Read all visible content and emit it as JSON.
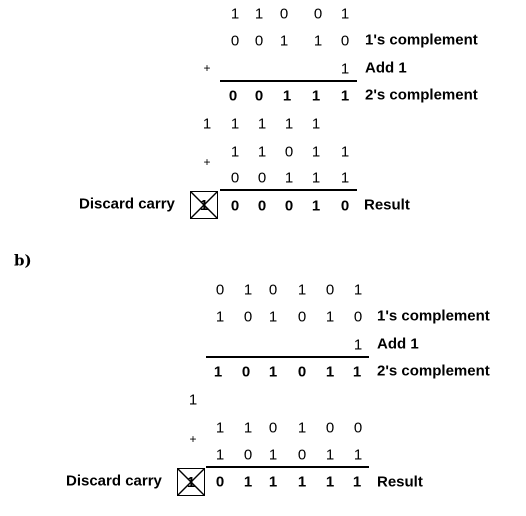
{
  "section_b_label": "b)",
  "plus_sign": "+",
  "top": {
    "row1": [
      "1",
      "1",
      "0",
      "0",
      "1"
    ],
    "row2": [
      "0",
      "0",
      "1",
      "1",
      "0"
    ],
    "row3": [
      "1"
    ],
    "row4": [
      "0",
      "0",
      "1",
      "1",
      "1"
    ],
    "carry_row": [
      "1",
      "1",
      "1",
      "1",
      "1"
    ],
    "addend1": [
      "1",
      "1",
      "0",
      "1",
      "1"
    ],
    "addend2": [
      "0",
      "0",
      "1",
      "1",
      "1"
    ],
    "discarded_bit": "1",
    "result": [
      "0",
      "0",
      "0",
      "1",
      "0"
    ],
    "label_ones": "1's complement",
    "label_add": "Add 1",
    "label_twos": "2's complement",
    "label_discard": "Discard carry",
    "label_result": "Result"
  },
  "bottom": {
    "row1": [
      "0",
      "1",
      "0",
      "1",
      "0",
      "1"
    ],
    "row2": [
      "1",
      "0",
      "1",
      "0",
      "1",
      "0"
    ],
    "row3": [
      "1"
    ],
    "row4": [
      "1",
      "0",
      "1",
      "0",
      "1",
      "1"
    ],
    "carry": "1",
    "addend1": [
      "1",
      "1",
      "0",
      "1",
      "0",
      "0"
    ],
    "addend2": [
      "1",
      "0",
      "1",
      "0",
      "1",
      "1"
    ],
    "discarded_bit": "1",
    "result": [
      "0",
      "1",
      "1",
      "1",
      "1",
      "1"
    ],
    "label_ones": "1's complement",
    "label_add": "Add 1",
    "label_twos": "2's complement",
    "label_discard": "Discard carry",
    "label_result": "Result"
  }
}
